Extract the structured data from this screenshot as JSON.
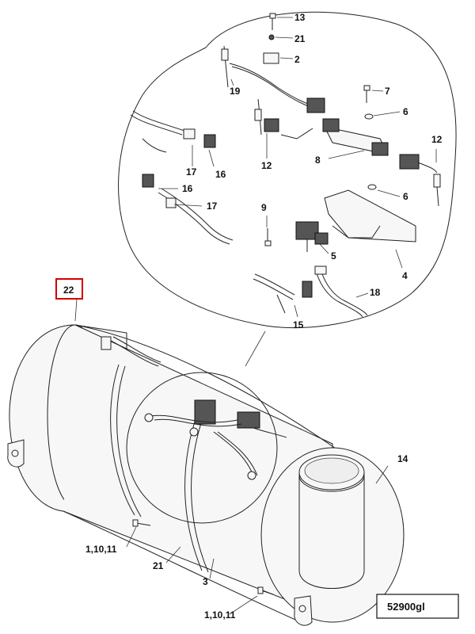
{
  "diagram": {
    "callouts": {
      "c13": "13",
      "c21a": "21",
      "c2": "2",
      "c19": "19",
      "c7": "7",
      "c6a": "6",
      "c12a": "12",
      "c8": "8",
      "c12b": "12",
      "c17a": "17",
      "c16a": "16",
      "c16b": "16",
      "c17b": "17",
      "c6b": "6",
      "c9": "9",
      "c5": "5",
      "c4": "4",
      "c18": "18",
      "c15": "15",
      "c22": "22",
      "c14": "14",
      "c1a": "1,10,11",
      "c21b": "21",
      "c3": "3",
      "c1b": "1,10,11"
    },
    "reference_code": "52900gl",
    "highlight_color": "#d40000"
  }
}
